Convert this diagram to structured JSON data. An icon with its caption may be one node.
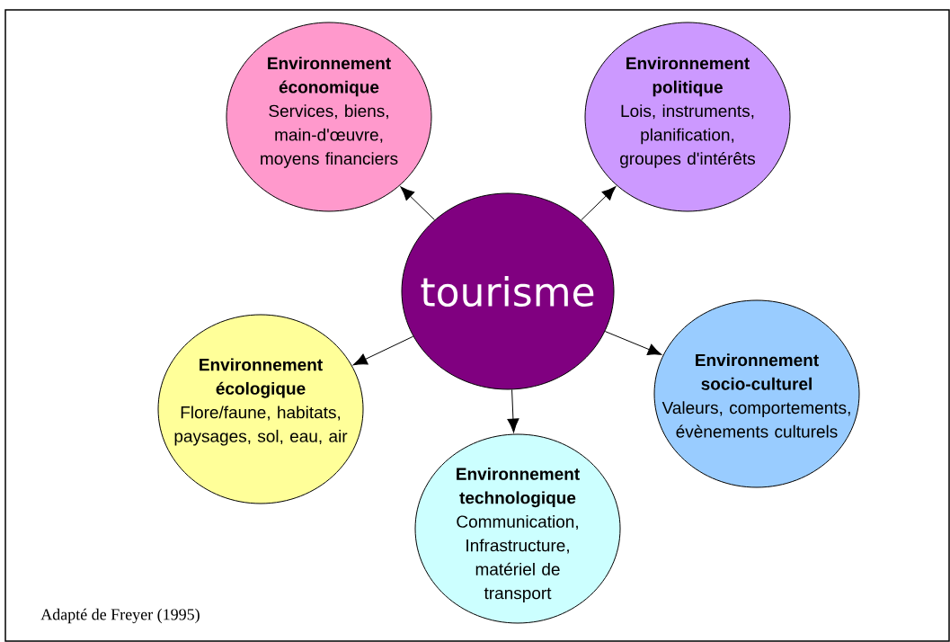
{
  "diagram": {
    "caption": "Adapté de Freyer (1995)",
    "nodes": [
      {
        "text": [
          "Environnement économique",
          "Services, biens, main-d'œuvre, moyens financiers"
        ]
      },
      {
        "text": [
          "Environnement politique",
          "Lois, instruments, planification, groupes d'intérêts"
        ]
      },
      {
        "text": [
          "tourisme"
        ]
      },
      {
        "text": [
          "Environnement écologique",
          "Flore/faune, habitats, paysages, sol, eau, air"
        ]
      },
      {
        "text": [
          "Environnement socio-culturel",
          "Valeurs, comportements, évènements culturels"
        ]
      },
      {
        "text": [
          "Environnement technologique",
          "Communication, Infrastructure, matériel de transport"
        ]
      }
    ],
    "edges": [
      {
        "from": 2,
        "to": 0,
        "arrow": "to"
      },
      {
        "from": 2,
        "to": 1,
        "arrow": "to"
      },
      {
        "from": 2,
        "to": 3,
        "arrow": "to"
      },
      {
        "from": 2,
        "to": 4,
        "arrow": "to"
      },
      {
        "from": 2,
        "to": 5,
        "arrow": "to"
      }
    ]
  }
}
